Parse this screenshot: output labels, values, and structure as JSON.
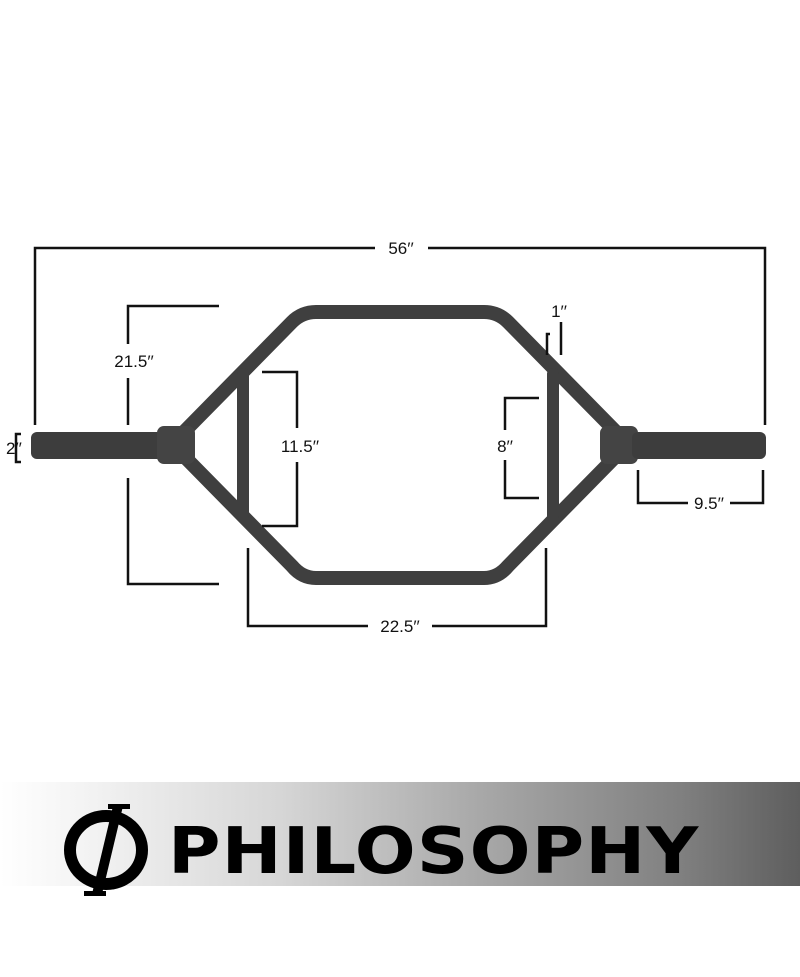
{
  "diagram": {
    "subject": "Olympic hex trap bar",
    "colors": {
      "bar": "#3f3f3f",
      "dimension_lines": "#111111",
      "background": "#ffffff"
    },
    "dimensions": {
      "overall_length": "56′′",
      "sleeve_diameter": "2′′",
      "frame_height": "21.5′′",
      "low_handle_length": "11.5′′",
      "tube_thickness": "1′′",
      "high_handle_grip": "8′′",
      "sleeve_length": "9.5′′",
      "inner_width": "22.5′′"
    }
  },
  "banner": {
    "brand_symbol": "Φ",
    "brand_name": "PHILOSOPHY",
    "gradient": [
      "#ffffff",
      "#5e5e5e"
    ]
  }
}
